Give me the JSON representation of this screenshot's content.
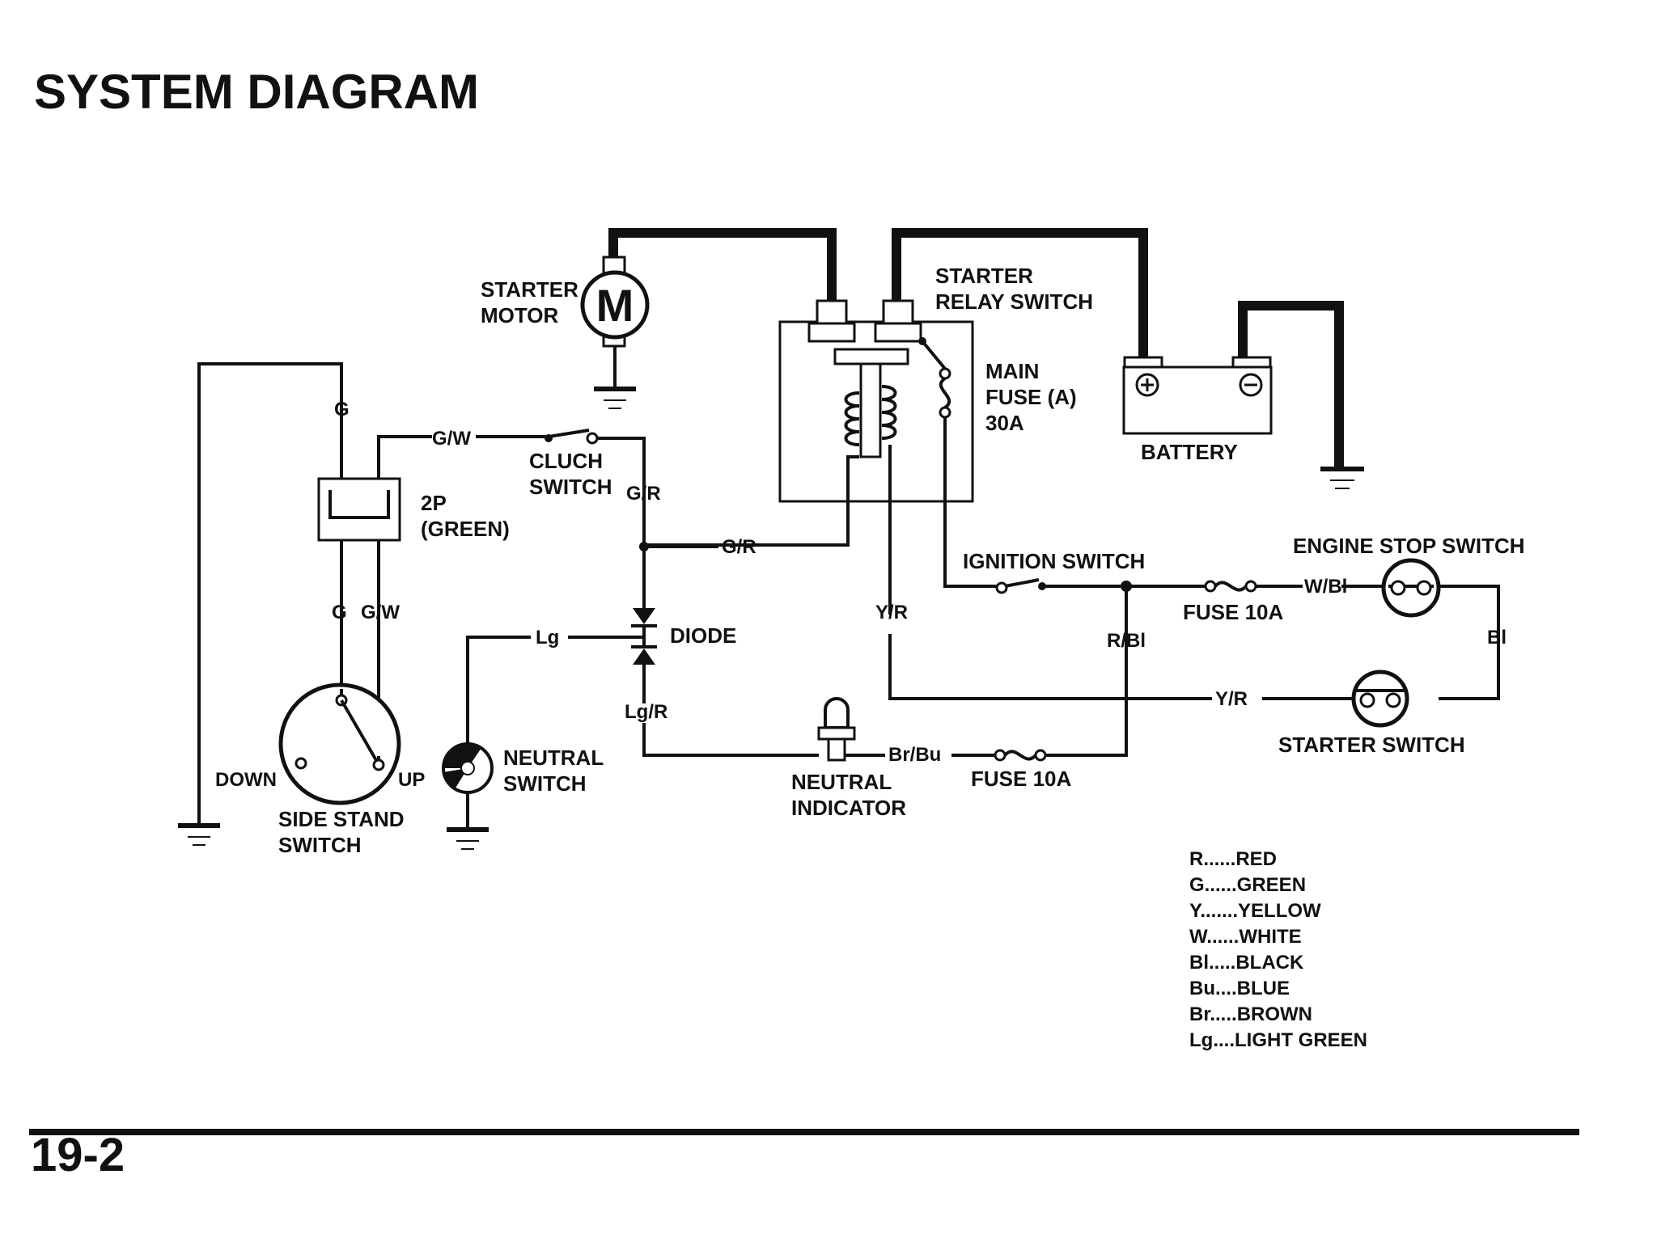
{
  "title": "SYSTEM DIAGRAM",
  "page_number": "19-2",
  "components": {
    "starter_motor": {
      "label_1": "STARTER",
      "label_2": "MOTOR",
      "symbol": "M"
    },
    "starter_relay": {
      "label_1": "STARTER",
      "label_2": "RELAY SWITCH"
    },
    "main_fuse": {
      "label_1": "MAIN",
      "label_2": "FUSE (A)",
      "label_3": "30A"
    },
    "battery": {
      "label": "BATTERY"
    },
    "connector_2p": {
      "label_1": "2P",
      "label_2": "(GREEN)"
    },
    "clutch_switch": {
      "label_1": "CLUCH",
      "label_2": "SWITCH"
    },
    "diode": {
      "label": "DIODE"
    },
    "side_stand_switch": {
      "label_1": "SIDE STAND",
      "label_2": "SWITCH",
      "down": "DOWN",
      "up": "UP"
    },
    "neutral_switch": {
      "label_1": "NEUTRAL",
      "label_2": "SWITCH"
    },
    "neutral_indicator": {
      "label_1": "NEUTRAL",
      "label_2": "INDICATOR"
    },
    "ignition_switch": {
      "label": "IGNITION SWITCH"
    },
    "fuse_top": {
      "label": "FUSE 10A"
    },
    "fuse_bottom": {
      "label": "FUSE 10A"
    },
    "engine_stop_switch": {
      "label": "ENGINE STOP SWITCH"
    },
    "starter_switch": {
      "label": "STARTER SWITCH"
    }
  },
  "wire_labels": {
    "g_top": "G",
    "gw_top": "G/W",
    "gr_clutch": "G/R",
    "gr_mid": "G/R",
    "g_bottom": "G",
    "gw_bottom": "G/W",
    "lg": "Lg",
    "lgr": "Lg/R",
    "yr_vertical": "Y/R",
    "yr_horizontal": "Y/R",
    "rbl": "R/Bl",
    "wbl": "W/Bl",
    "bl": "Bl",
    "brbu": "Br/Bu"
  },
  "legend": [
    "R......RED",
    "G......GREEN",
    "Y.......YELLOW",
    "W......WHITE",
    "Bl.....BLACK",
    "Bu....BLUE",
    "Br.....BROWN",
    "Lg....LIGHT GREEN"
  ]
}
